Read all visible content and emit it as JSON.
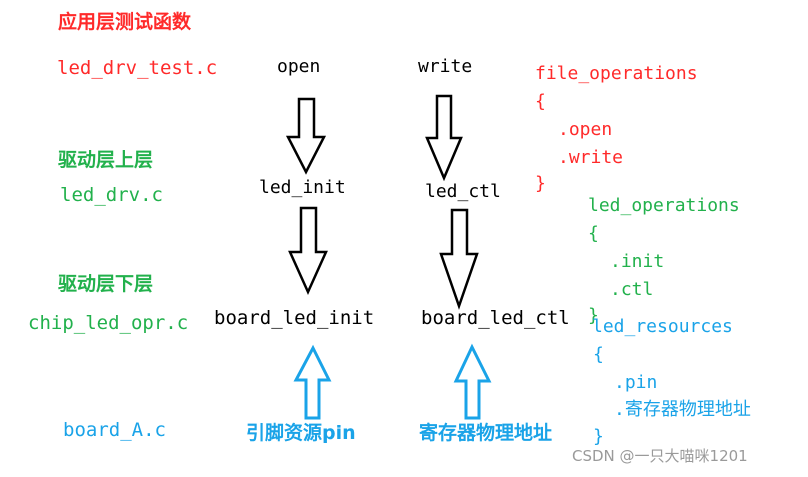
{
  "layers": {
    "app": {
      "title": "应用层测试函数",
      "file": "led_drv_test.c"
    },
    "upper": {
      "title": "驱动层上层",
      "file": "led_drv.c"
    },
    "lower": {
      "title": "驱动层下层",
      "file": "chip_led_opr.c"
    },
    "board": {
      "file": "board_A.c"
    }
  },
  "functions": {
    "open": "open",
    "write": "write",
    "led_init": "led_init",
    "led_ctl": "led_ctl",
    "board_led_init": "board_led_init",
    "board_led_ctl": "board_led_ctl"
  },
  "resources": {
    "pin": "引脚资源pin",
    "register_addr": "寄存器物理地址"
  },
  "structs": {
    "file_operations": {
      "name": "file_operations",
      "open_brace": "{",
      "members": [
        ".open",
        ".write"
      ],
      "close_brace": "}"
    },
    "led_operations": {
      "name": "led_operations",
      "open_brace": "{",
      "members": [
        ".init",
        ".ctl"
      ],
      "close_brace": "}"
    },
    "led_resources": {
      "name": "led_resources",
      "open_brace": "{",
      "members": [
        ".pin",
        ".寄存器物理地址"
      ],
      "close_brace": "}"
    }
  },
  "watermark": "CSDN @一只大喵咪1201",
  "colors": {
    "app": "#ff2a2a",
    "driver": "#22b14c",
    "board": "#1aa3e8",
    "text": "#000000"
  }
}
